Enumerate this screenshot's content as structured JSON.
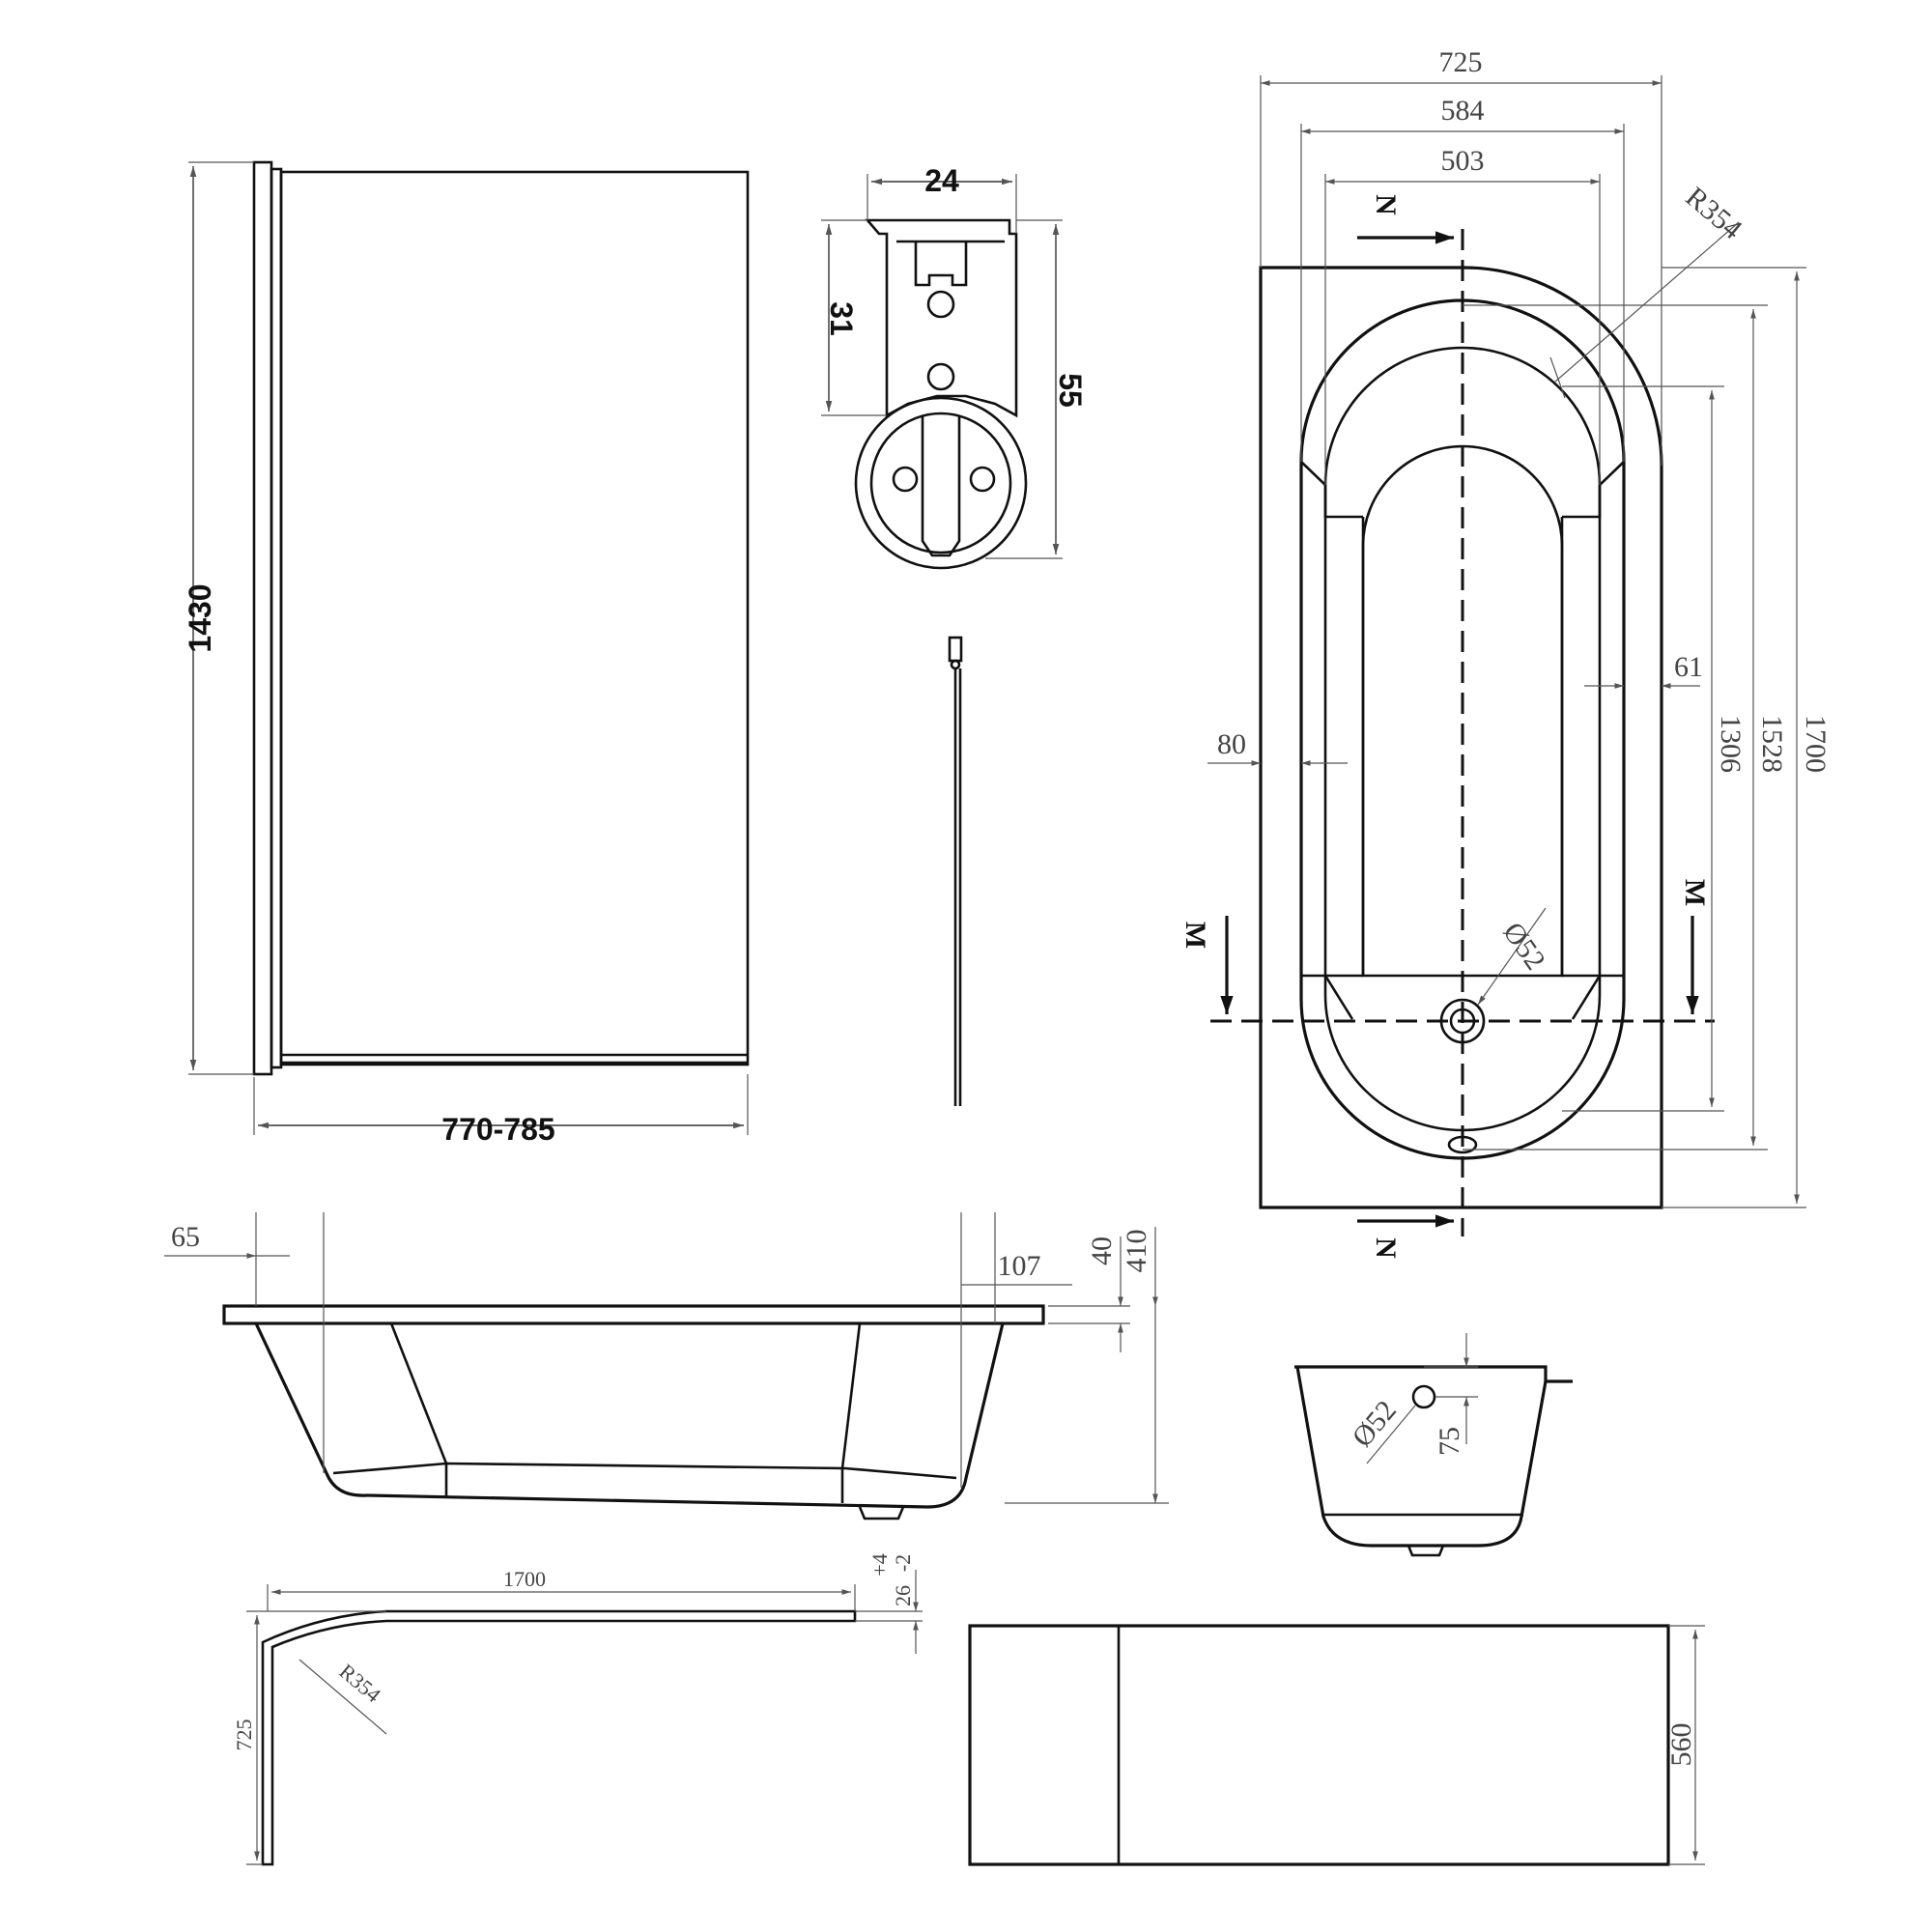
{
  "screen": {
    "dimensions": {
      "screen_height": "1430",
      "screen_width": "770-785",
      "profile_width": "24",
      "profile_depth": "31",
      "profile_height": "55"
    }
  },
  "plan": {
    "dimensions": {
      "overall_width": "725",
      "inner_width": "584",
      "base_width": "503",
      "corner_radius": "R354",
      "overall_length": "1700",
      "inner_length": "1528",
      "base_length": "1306",
      "rim_side": "61",
      "rim_left": "80",
      "waste_diameter": "Ø52"
    },
    "section_labels": {
      "n_top": "N",
      "n_bottom": "N",
      "m_left": "M",
      "m_right": "M"
    }
  },
  "side_section": {
    "dimensions": {
      "left_offset": "65",
      "right_offset": "107",
      "rim_height": "40",
      "total_depth": "410"
    }
  },
  "end_section": {
    "dimensions": {
      "waste_diameter": "Ø52",
      "waste_height": "75"
    }
  },
  "panel_plan": {
    "dimensions": {
      "length": "1700",
      "thickness": "26",
      "tolerance_plus": "+4",
      "tolerance_minus": "-2",
      "width": "725",
      "radius": "R354"
    }
  },
  "front_panel": {
    "dimensions": {
      "height": "560"
    }
  }
}
